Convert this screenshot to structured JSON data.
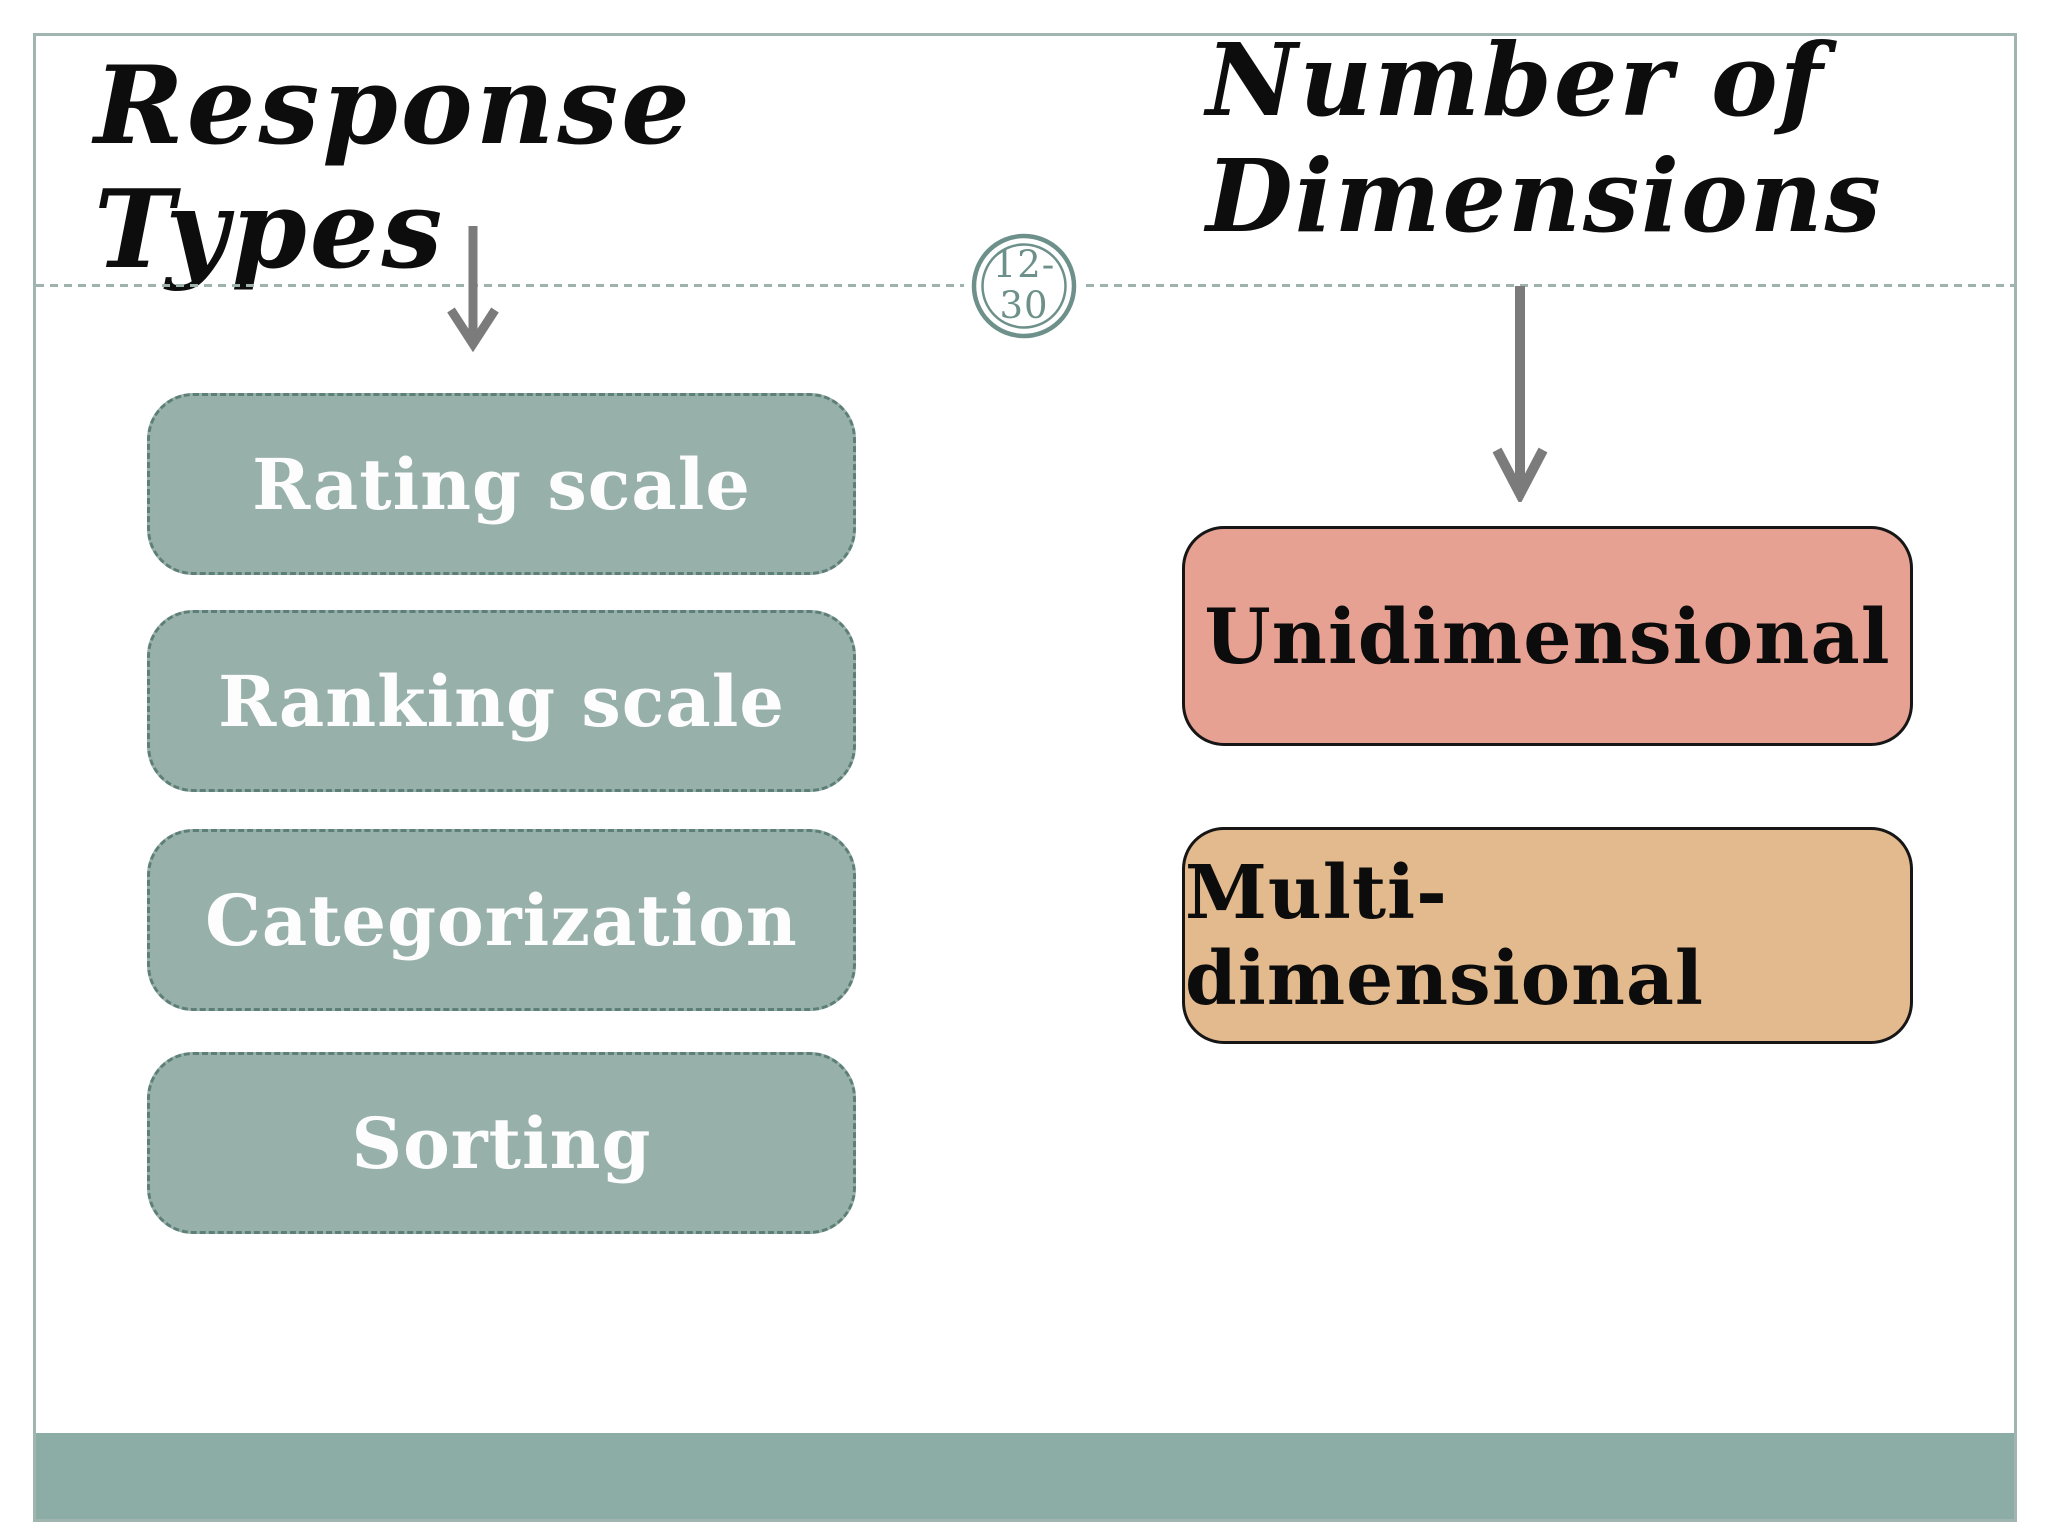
{
  "slide": {
    "titles": {
      "left": "Response Types",
      "right": "Number of\nDimensions"
    },
    "page_badge": "12-\n30",
    "response_types": {
      "items": [
        "Rating scale",
        "Ranking scale",
        "Categorization",
        "Sorting"
      ]
    },
    "dimensions": {
      "items": [
        "Unidimensional",
        "Multi-dimensional"
      ]
    },
    "colors": {
      "teal_box_fill": "#97b0aa",
      "teal_box_border": "#5e7f78",
      "salmon_box_fill": "#e7a193",
      "tan_box_fill": "#e3b98e",
      "dark_box_border": "#161616",
      "footer_bar": "#8cada6",
      "slide_border": "#a0b5af",
      "dashed_line": "#9fb3ae",
      "badge": "#6d908a",
      "arrow": "#7b7b7b",
      "title_text": "#0d0d0d",
      "teal_box_text": "#fdfdfd"
    }
  }
}
